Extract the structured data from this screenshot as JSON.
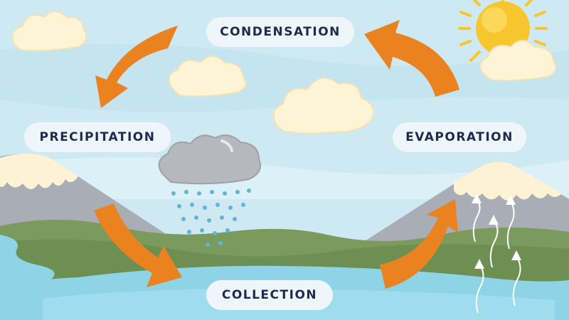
{
  "stages": {
    "condensation": "CONDENSATION",
    "precipitation": "PRECIPITATION",
    "evaporation": "EVAPORATION",
    "collection": "COLLECTION"
  },
  "colors": {
    "sky": "#cfe9f3",
    "arrow": "#e9821f",
    "sun": "#f7c52d",
    "cloud": "#fdf4d6",
    "rain_cloud": "#b5b8bd",
    "rain_drop": "#5fb4dc",
    "mountain": "#a8adb6",
    "snow": "#fdf3d4",
    "hills": "#7a9a5e",
    "water": "#8fd3e6",
    "vapor": "#ffffff",
    "label_bg": "#eef6fb",
    "label_text": "#1f2a4d"
  },
  "icons": {
    "sun": "sun-icon",
    "rain_cloud": "rain-cloud-icon",
    "vapor": "vapor-arrow-icon"
  }
}
